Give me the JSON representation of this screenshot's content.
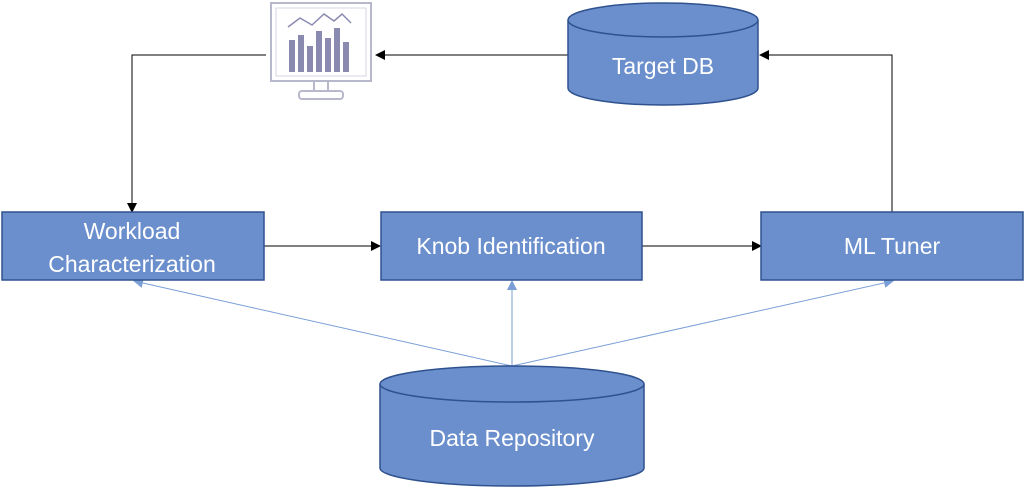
{
  "diagram": {
    "nodes": {
      "target_db": "Target DB",
      "workload_characterization": [
        "Workload",
        "Characterization"
      ],
      "knob_identification": "Knob Identification",
      "ml_tuner": "ML Tuner",
      "data_repository": "Data Repository"
    },
    "icons": {
      "monitor": "monitor-chart-icon"
    },
    "colors": {
      "node_fill": "#6b8fcc",
      "node_stroke": "#2f528f",
      "arrow_dark": "#000000",
      "arrow_light": "#7a9fd6",
      "monitor_chart": "#7f7fa8"
    }
  }
}
